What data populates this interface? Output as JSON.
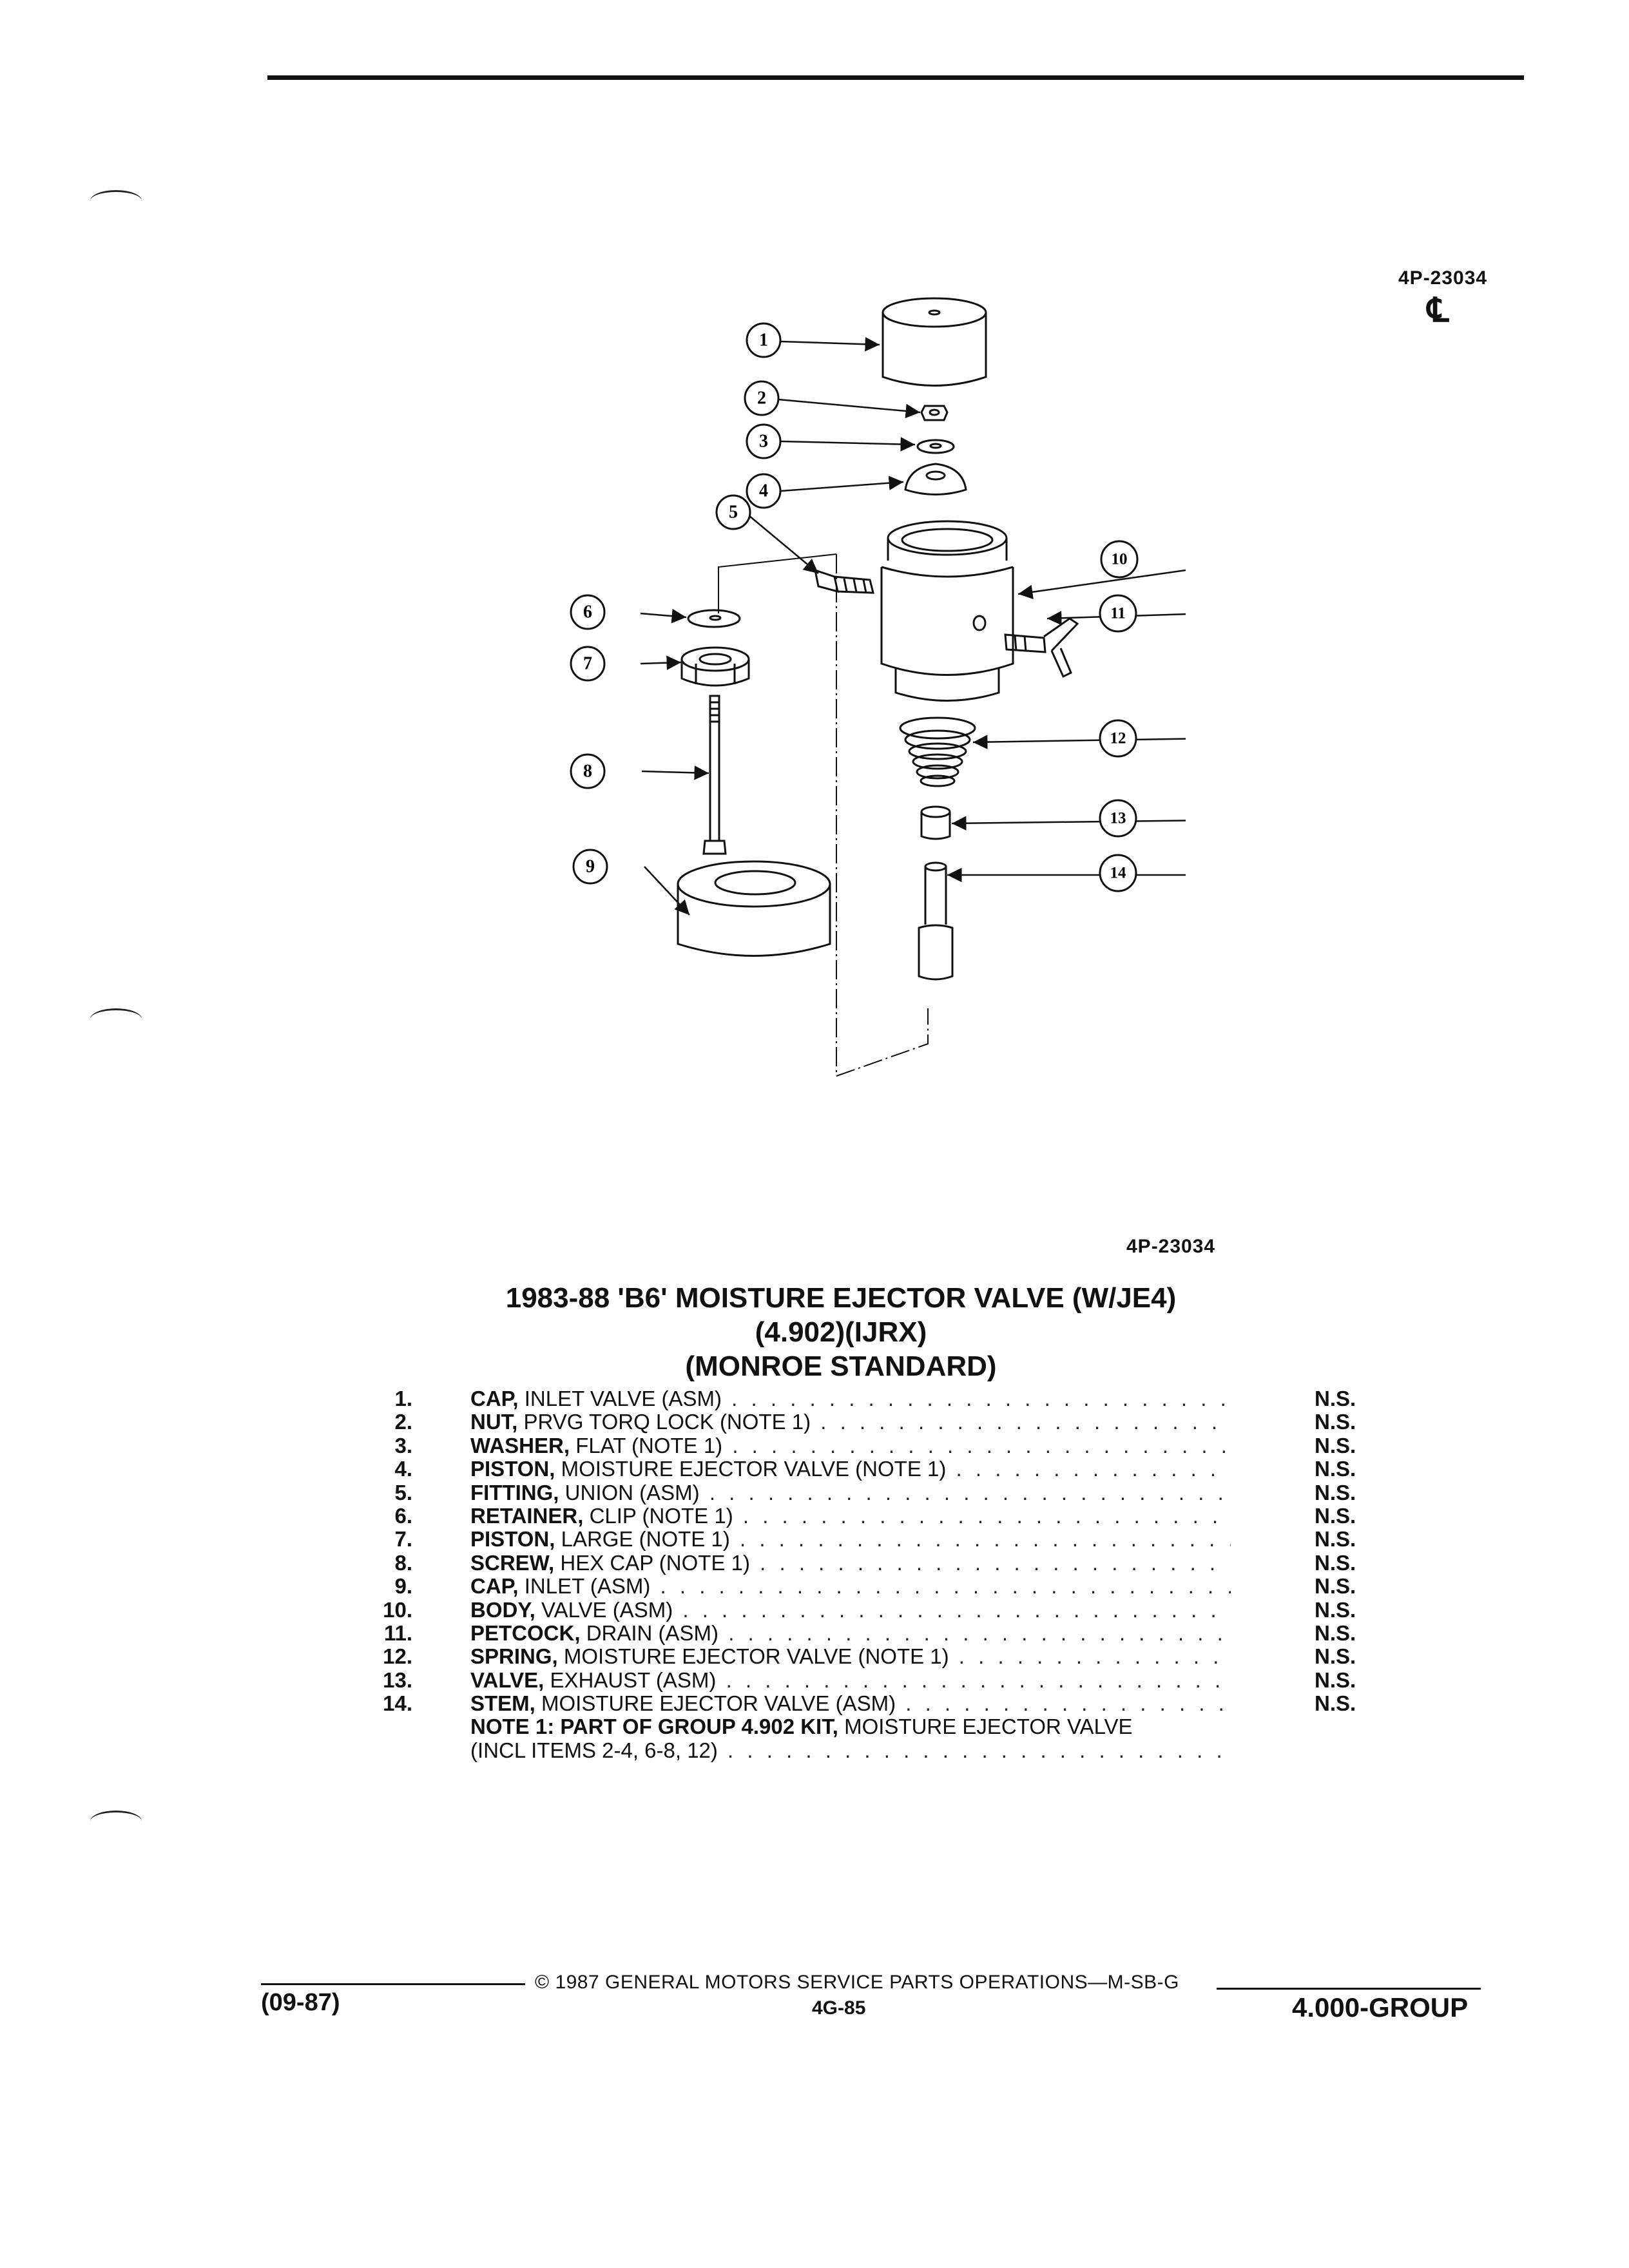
{
  "header": {
    "ref_top": "4P-23034",
    "centerline_symbol": "℄"
  },
  "diagram": {
    "callouts": [
      "1",
      "2",
      "3",
      "4",
      "5",
      "6",
      "7",
      "8",
      "9",
      "10",
      "11",
      "12",
      "13",
      "14"
    ],
    "ref_bottom": "4P-23034"
  },
  "title": {
    "line1": "1983-88 'B6' MOISTURE EJECTOR VALVE (W/JE4)",
    "line2": "(4.902)(IJRX)",
    "line3": "(MONROE STANDARD)"
  },
  "parts": [
    {
      "num": "1.",
      "name": "CAP,",
      "desc": "INLET VALVE (ASM)",
      "ns": "N.S."
    },
    {
      "num": "2.",
      "name": "NUT,",
      "desc": "PRVG TORQ LOCK (NOTE 1)",
      "ns": "N.S."
    },
    {
      "num": "3.",
      "name": "WASHER,",
      "desc": "FLAT (NOTE 1)",
      "ns": "N.S."
    },
    {
      "num": "4.",
      "name": "PISTON,",
      "desc": "MOISTURE EJECTOR VALVE (NOTE 1)",
      "ns": "N.S."
    },
    {
      "num": "5.",
      "name": "FITTING,",
      "desc": "UNION (ASM)",
      "ns": "N.S."
    },
    {
      "num": "6.",
      "name": "RETAINER,",
      "desc": "CLIP (NOTE 1)",
      "ns": "N.S."
    },
    {
      "num": "7.",
      "name": "PISTON,",
      "desc": "LARGE (NOTE 1)",
      "ns": "N.S."
    },
    {
      "num": "8.",
      "name": "SCREW,",
      "desc": "HEX CAP (NOTE 1)",
      "ns": "N.S."
    },
    {
      "num": "9.",
      "name": "CAP,",
      "desc": "INLET (ASM)",
      "ns": "N.S."
    },
    {
      "num": "10.",
      "name": "BODY,",
      "desc": "VALVE (ASM)",
      "ns": "N.S."
    },
    {
      "num": "11.",
      "name": "PETCOCK,",
      "desc": "DRAIN (ASM)",
      "ns": "N.S."
    },
    {
      "num": "12.",
      "name": "SPRING,",
      "desc": "MOISTURE EJECTOR VALVE (NOTE 1)",
      "ns": "N.S."
    },
    {
      "num": "13.",
      "name": "VALVE,",
      "desc": "EXHAUST (ASM)",
      "ns": "N.S."
    },
    {
      "num": "14.",
      "name": "STEM,",
      "desc": "MOISTURE EJECTOR VALVE (ASM)",
      "ns": "N.S."
    }
  ],
  "note": {
    "line1_bold": "NOTE 1: PART OF GROUP 4.902 KIT,",
    "line1_rest": "MOISTURE EJECTOR VALVE",
    "line2": "(INCL ITEMS 2-4, 6-8, 12)"
  },
  "footer": {
    "date": "(09-87)",
    "copyright": "© 1987 GENERAL MOTORS SERVICE PARTS OPERATIONS—M-SB-G",
    "page": "4G-85",
    "group": "4.000-GROUP"
  }
}
